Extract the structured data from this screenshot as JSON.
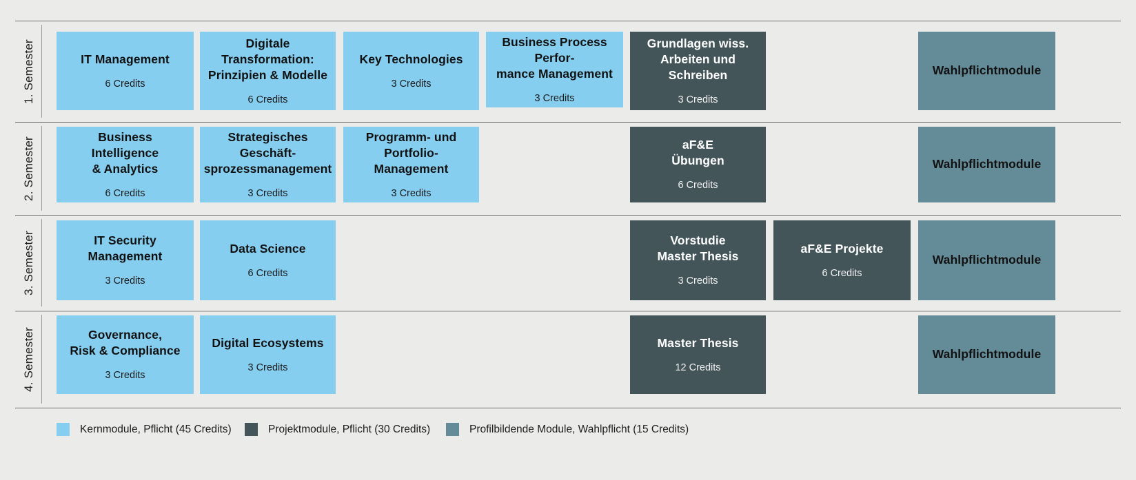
{
  "colors": {
    "background": "#ebebe9",
    "core": "#86cef0",
    "project": "#44555a",
    "elective": "#648c98",
    "rule": "#6e6e6e"
  },
  "semesters": [
    {
      "label": "1. Semester",
      "modules": [
        {
          "col": 0,
          "title": "IT Management",
          "credits": "6 Credits",
          "type": "core"
        },
        {
          "col": 1,
          "title": "Digitale Transformation:\nPrinzipien & Modelle",
          "credits": "6 Credits",
          "type": "core"
        },
        {
          "col": 2,
          "title": "Key Technologies",
          "credits": "3 Credits",
          "type": "core"
        },
        {
          "col": 3,
          "title": "Business Process Perfor-\nmance Management",
          "credits": "3 Credits",
          "type": "core"
        },
        {
          "col": 4,
          "title": "Grundlagen wiss.\nArbeiten und Schreiben",
          "credits": "3 Credits",
          "type": "project"
        },
        {
          "col": 6,
          "title": "Wahlpflichtmodule",
          "credits": "",
          "type": "elective"
        }
      ]
    },
    {
      "label": "2. Semester",
      "modules": [
        {
          "col": 0,
          "title": "Business Intelligence\n& Analytics",
          "credits": "6 Credits",
          "type": "core"
        },
        {
          "col": 1,
          "title": "Strategisches Geschäft-\nsprozessmanagement",
          "credits": "3 Credits",
          "type": "core"
        },
        {
          "col": 2,
          "title": "Programm- und\nPortfolio-Management",
          "credits": "3 Credits",
          "type": "core"
        },
        {
          "col": 4,
          "title": "aF&E\nÜbungen",
          "credits": "6 Credits",
          "type": "project"
        },
        {
          "col": 6,
          "title": "Wahlpflichtmodule",
          "credits": "",
          "type": "elective"
        }
      ]
    },
    {
      "label": "3. Semester",
      "modules": [
        {
          "col": 0,
          "title": "IT Security\nManagement",
          "credits": "3 Credits",
          "type": "core"
        },
        {
          "col": 1,
          "title": "Data Science",
          "credits": "6 Credits",
          "type": "core"
        },
        {
          "col": 4,
          "title": "Vorstudie\nMaster Thesis",
          "credits": "3 Credits",
          "type": "project"
        },
        {
          "col": 5,
          "title": "aF&E Projekte",
          "credits": "6 Credits",
          "type": "project"
        },
        {
          "col": 6,
          "title": "Wahlpflichtmodule",
          "credits": "",
          "type": "elective"
        }
      ]
    },
    {
      "label": "4. Semester",
      "modules": [
        {
          "col": 0,
          "title": "Governance,\nRisk & Compliance",
          "credits": "3 Credits",
          "type": "core"
        },
        {
          "col": 1,
          "title": "Digital Ecosystems",
          "credits": "3 Credits",
          "type": "core"
        },
        {
          "col": 4,
          "title": "Master Thesis",
          "credits": "12 Credits",
          "type": "project"
        },
        {
          "col": 6,
          "title": "Wahlpflichtmodule",
          "credits": "",
          "type": "elective"
        }
      ]
    }
  ],
  "legend": [
    {
      "type": "core",
      "label": "Kernmodule, Pflicht (45 Credits)"
    },
    {
      "type": "project",
      "label": "Projektmodule, Pflicht (30 Credits)"
    },
    {
      "type": "elective",
      "label": "Profilbildende Module, Wahlpflicht (15 Credits)"
    }
  ]
}
